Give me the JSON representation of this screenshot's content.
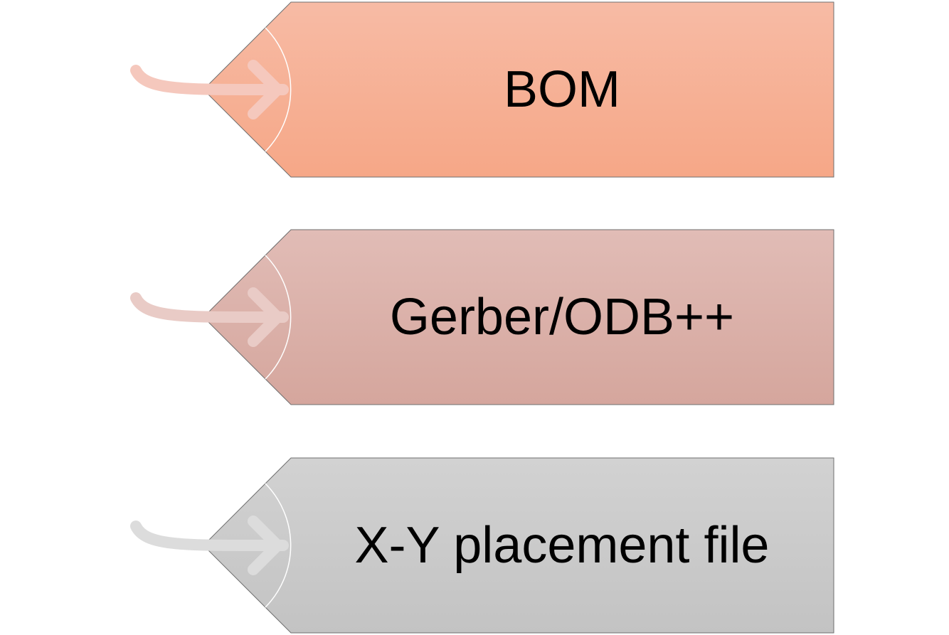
{
  "tags": [
    {
      "label": "BOM",
      "color_top": "#f7bba5",
      "color_bottom": "#f6a787",
      "arrow_color": "#f5c8bd"
    },
    {
      "label": "Gerber/ODB++",
      "color_top": "#e1bcb6",
      "color_bottom": "#d5a69d",
      "arrow_color": "#e9cbc6"
    },
    {
      "label": "X-Y placement file",
      "color_top": "#d2d2d2",
      "color_bottom": "#c3c3c3",
      "arrow_color": "#dcdcdc"
    }
  ]
}
